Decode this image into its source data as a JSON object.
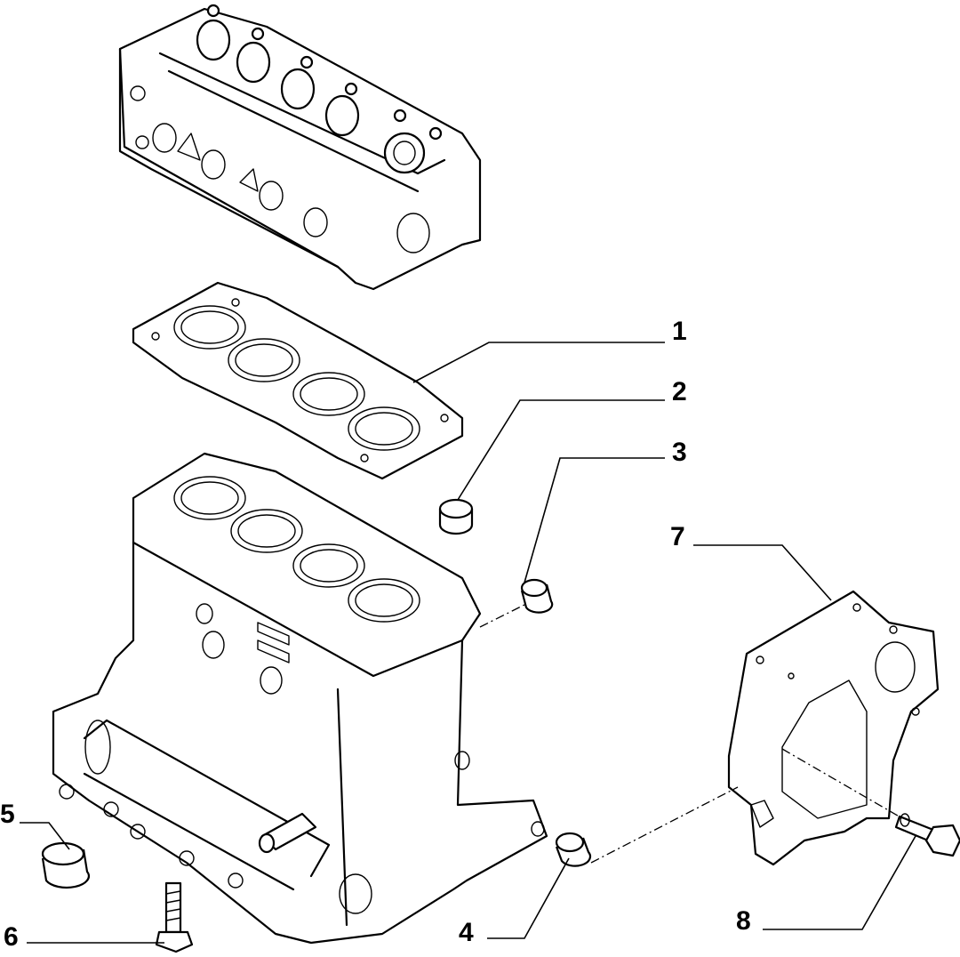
{
  "callouts": [
    {
      "id": "1",
      "label": "1"
    },
    {
      "id": "2",
      "label": "2"
    },
    {
      "id": "3",
      "label": "3"
    },
    {
      "id": "4",
      "label": "4"
    },
    {
      "id": "5",
      "label": "5"
    },
    {
      "id": "6",
      "label": "6"
    },
    {
      "id": "7",
      "label": "7"
    },
    {
      "id": "8",
      "label": "8"
    }
  ],
  "colors": {
    "line": "#000000",
    "background": "#ffffff"
  }
}
